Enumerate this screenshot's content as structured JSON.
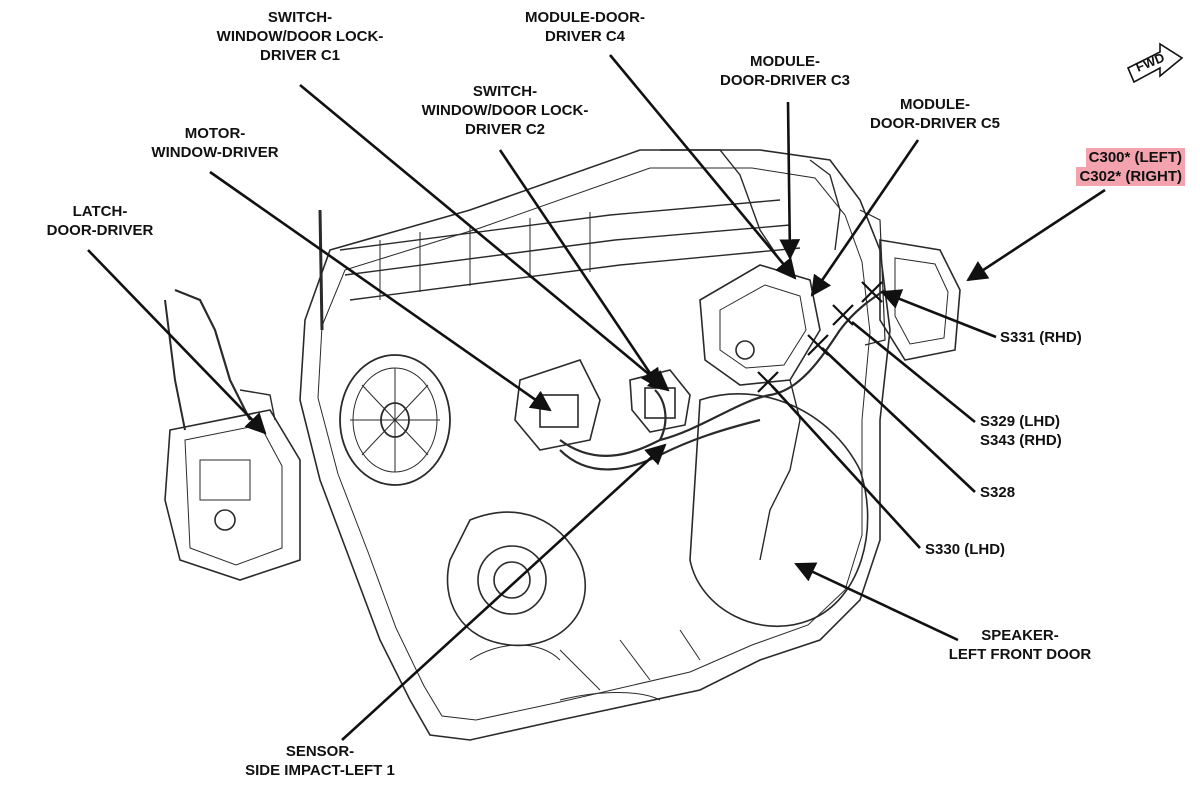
{
  "labels": {
    "switch_c1": [
      "SWITCH-",
      "WINDOW/DOOR LOCK-",
      "DRIVER C1"
    ],
    "module_c4": [
      "MODULE-DOOR-",
      "DRIVER C4"
    ],
    "module_c3": [
      "MODULE-",
      "DOOR-DRIVER C3"
    ],
    "switch_c2": [
      "SWITCH-",
      "WINDOW/DOOR LOCK-",
      "DRIVER C2"
    ],
    "motor": [
      "MOTOR-",
      "WINDOW-DRIVER"
    ],
    "module_c5": [
      "MODULE-",
      "DOOR-DRIVER C5"
    ],
    "latch": [
      "LATCH-",
      "DOOR-DRIVER"
    ],
    "c300": [
      "C300* (LEFT)",
      "C302* (RIGHT)"
    ],
    "s331": [
      "S331 (RHD)"
    ],
    "s329": [
      "S329 (LHD)",
      "S343 (RHD)"
    ],
    "s328": [
      "S328"
    ],
    "s330": [
      "S330 (LHD)"
    ],
    "speaker": [
      "SPEAKER-",
      "LEFT FRONT DOOR"
    ],
    "sensor": [
      "SENSOR-",
      "SIDE IMPACT-LEFT 1"
    ]
  },
  "fwd_badge": "FWD",
  "colors": {
    "highlight": "#f2a3ad",
    "ink": "#111111",
    "body_stroke": "#2a2a2a"
  }
}
